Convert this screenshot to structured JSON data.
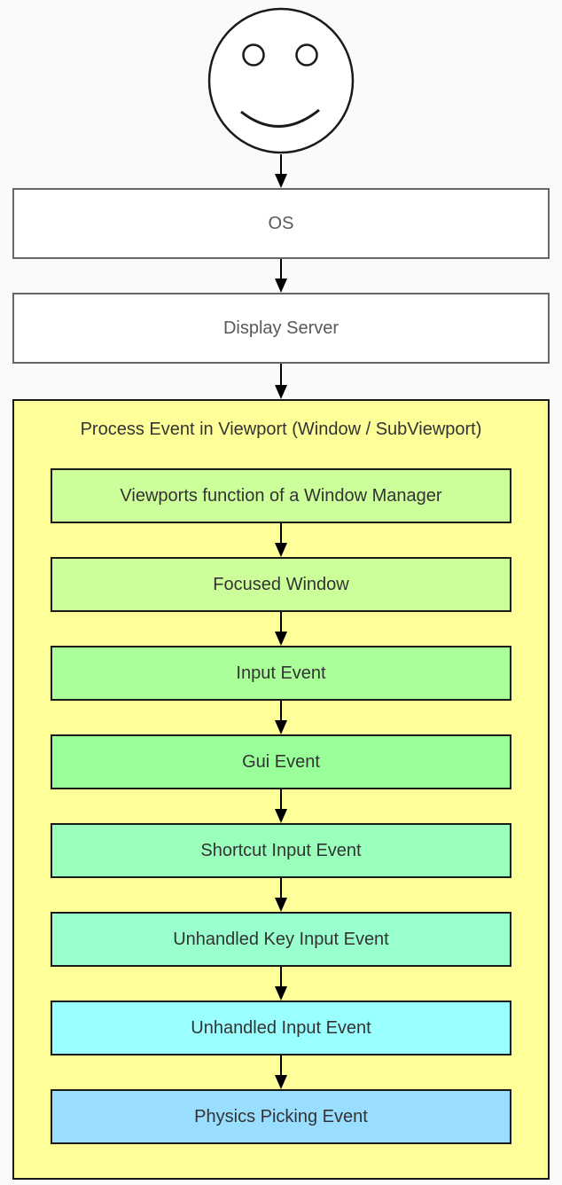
{
  "page": {
    "background": "#fafafa"
  },
  "flow": {
    "actor": {
      "icon": "smiley-face-icon",
      "stroke": "#1a1a1a",
      "fill": "#ffffff"
    },
    "arrow_color": "#000000",
    "nodes": [
      {
        "label": "OS",
        "bg": "#ffffff",
        "border": "#666666",
        "text_color": "#595959"
      },
      {
        "label": "Display Server",
        "bg": "#ffffff",
        "border": "#666666",
        "text_color": "#595959"
      }
    ],
    "container": {
      "title": "Process Event in Viewport (Window / SubViewport)",
      "bg": "#ffff99",
      "border": "#1a1a1a",
      "text_color": "#333333",
      "steps": [
        {
          "label": "Viewports function of a Window Manager",
          "bg": "#ccff99",
          "text_color": "#333333"
        },
        {
          "label": "Focused Window",
          "bg": "#ccff99",
          "text_color": "#333333"
        },
        {
          "label": "Input Event",
          "bg": "#aaff99",
          "text_color": "#333333"
        },
        {
          "label": "Gui Event",
          "bg": "#99ff99",
          "text_color": "#333333"
        },
        {
          "label": "Shortcut Input Event",
          "bg": "#99ffbb",
          "text_color": "#333333"
        },
        {
          "label": "Unhandled Key Input Event",
          "bg": "#99ffcc",
          "text_color": "#333333"
        },
        {
          "label": "Unhandled Input Event",
          "bg": "#99ffff",
          "text_color": "#333333"
        },
        {
          "label": "Physics Picking Event",
          "bg": "#99ddff",
          "text_color": "#333333"
        }
      ]
    }
  }
}
